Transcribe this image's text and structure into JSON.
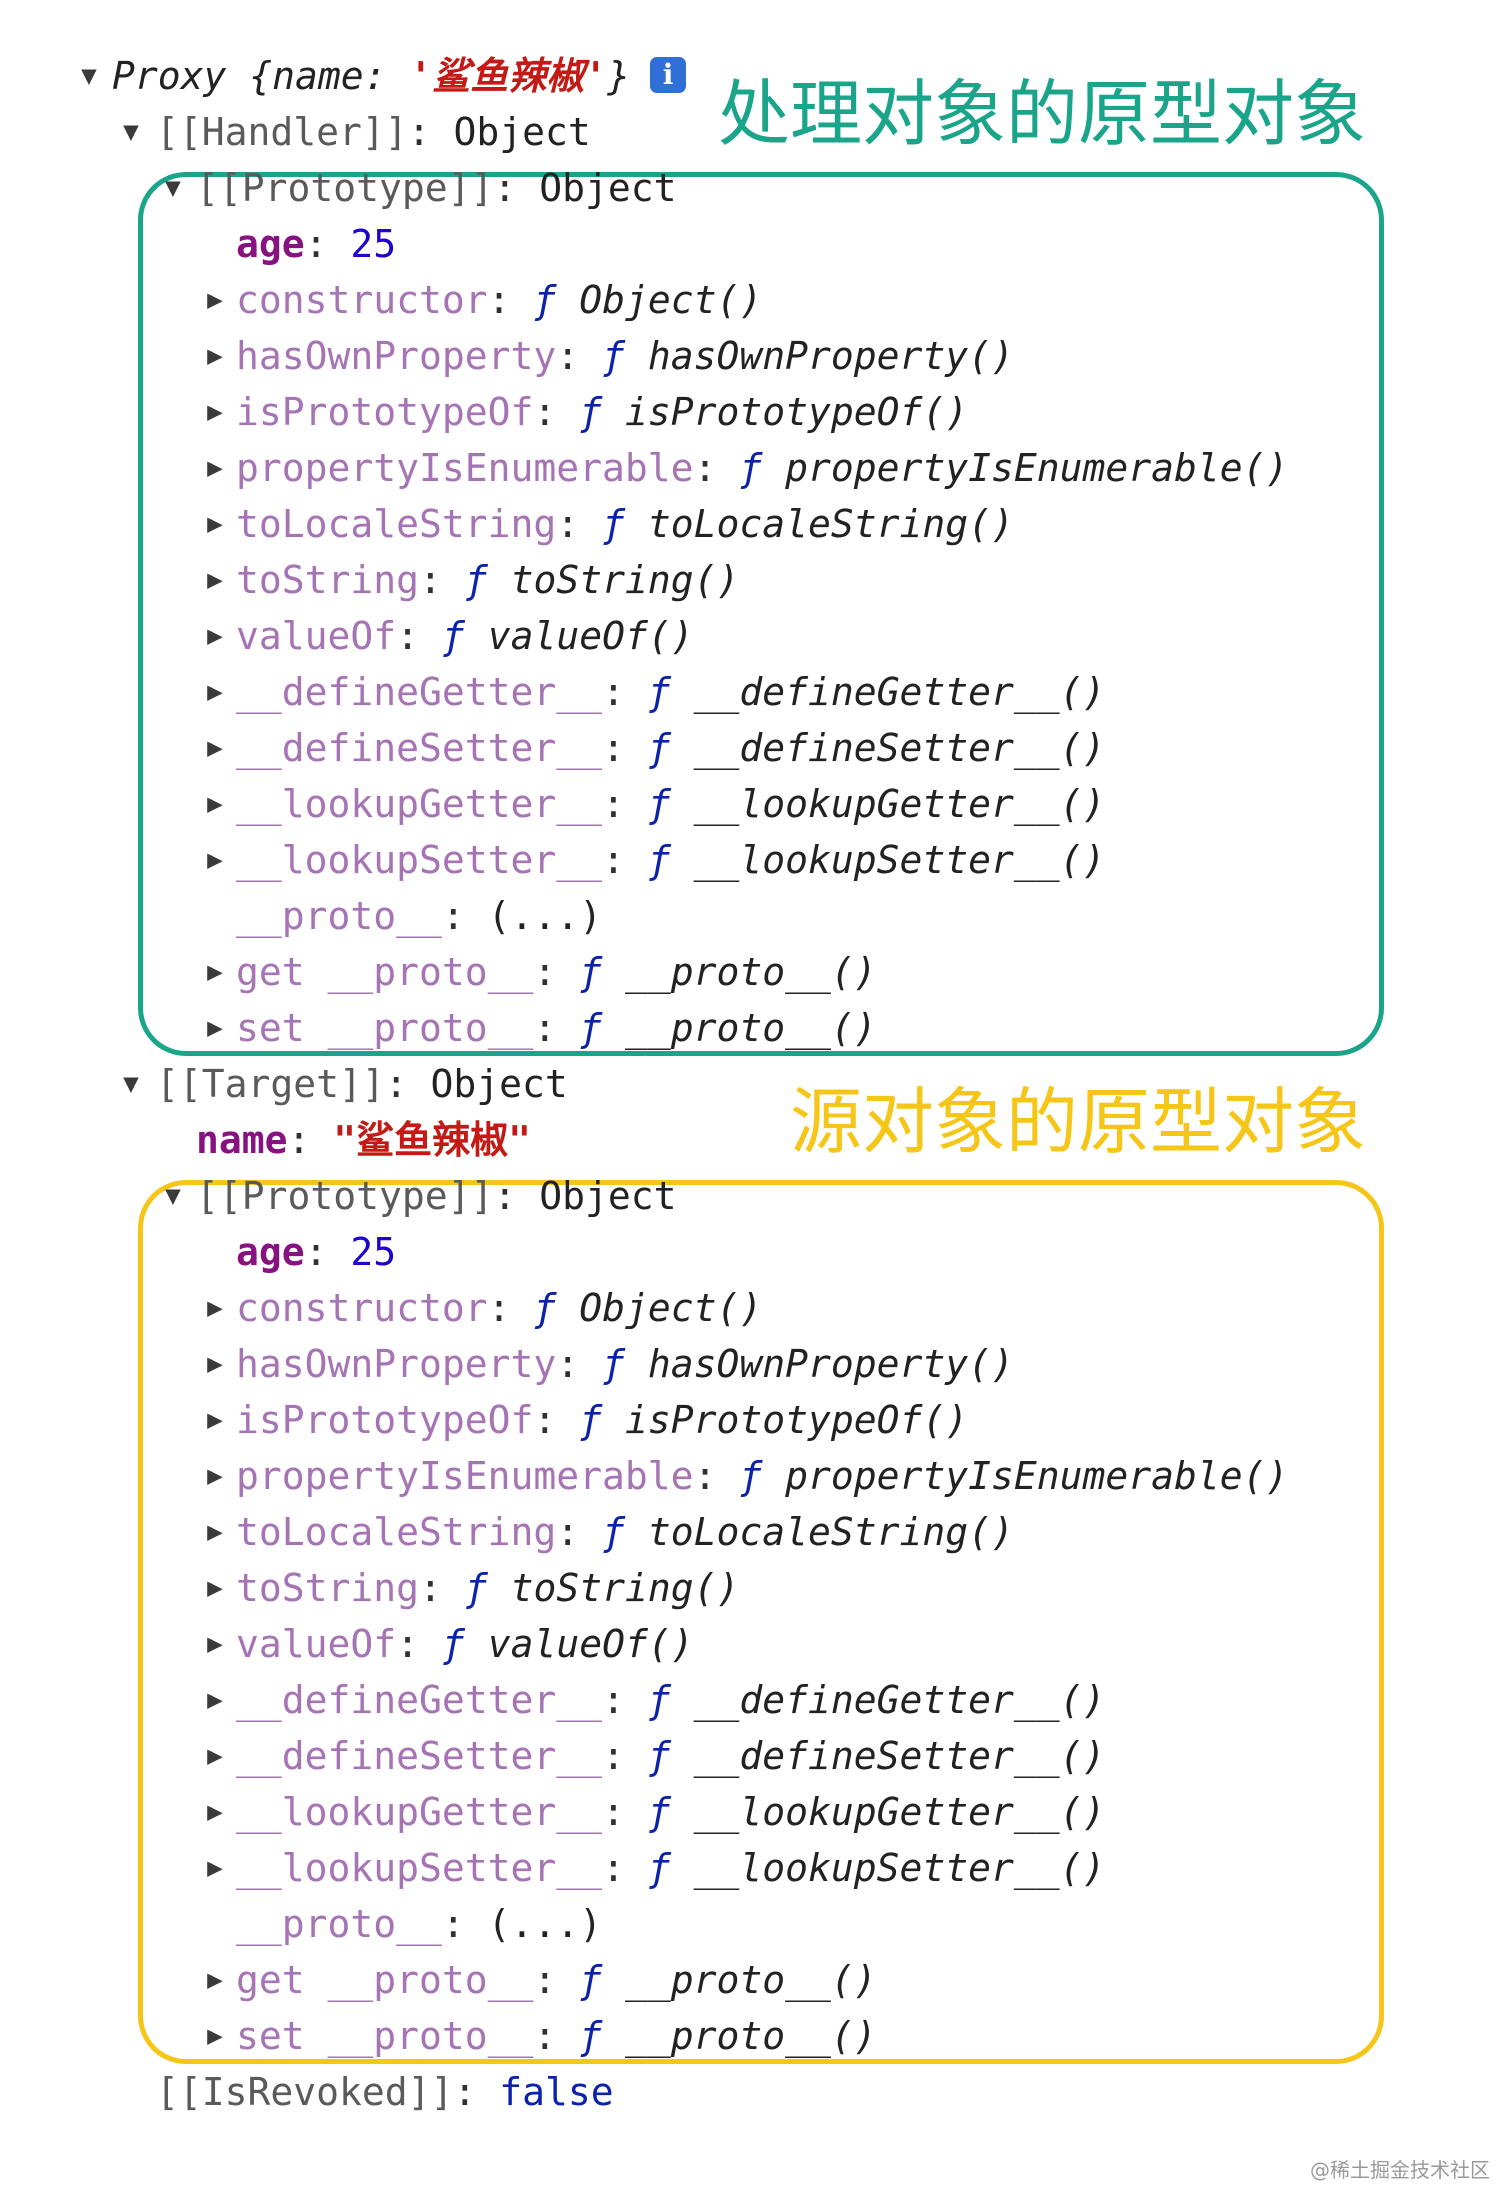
{
  "proxy_header": {
    "text_prefix": "Proxy {name: ",
    "name_value": "'鲨鱼辣椒'",
    "text_suffix": "}",
    "info_icon": "i"
  },
  "handler": {
    "header_key": "[[Handler]]",
    "header_value": "Object",
    "prototype_key": "[[Prototype]]",
    "prototype_value": "Object",
    "age_key": "age",
    "age_value": "25",
    "methods": [
      {
        "key": "constructor",
        "fn": "Object()"
      },
      {
        "key": "hasOwnProperty",
        "fn": "hasOwnProperty()"
      },
      {
        "key": "isPrototypeOf",
        "fn": "isPrototypeOf()"
      },
      {
        "key": "propertyIsEnumerable",
        "fn": "propertyIsEnumerable()"
      },
      {
        "key": "toLocaleString",
        "fn": "toLocaleString()"
      },
      {
        "key": "toString",
        "fn": "toString()"
      },
      {
        "key": "valueOf",
        "fn": "valueOf()"
      },
      {
        "key": "__defineGetter__",
        "fn": "__defineGetter__()"
      },
      {
        "key": "__defineSetter__",
        "fn": "__defineSetter__()"
      },
      {
        "key": "__lookupGetter__",
        "fn": "__lookupGetter__()"
      },
      {
        "key": "__lookupSetter__",
        "fn": "__lookupSetter__()"
      }
    ],
    "proto_key": "__proto__",
    "proto_value": "(...)",
    "get_proto_key": "get __proto__",
    "get_proto_fn": "__proto__()",
    "set_proto_key": "set __proto__",
    "set_proto_fn": "__proto__()"
  },
  "target": {
    "header_key": "[[Target]]",
    "header_value": "Object",
    "name_key": "name",
    "name_value": "\"鲨鱼辣椒\"",
    "prototype_key": "[[Prototype]]",
    "prototype_value": "Object",
    "age_key": "age",
    "age_value": "25",
    "methods": [
      {
        "key": "constructor",
        "fn": "Object()"
      },
      {
        "key": "hasOwnProperty",
        "fn": "hasOwnProperty()"
      },
      {
        "key": "isPrototypeOf",
        "fn": "isPrototypeOf()"
      },
      {
        "key": "propertyIsEnumerable",
        "fn": "propertyIsEnumerable()"
      },
      {
        "key": "toLocaleString",
        "fn": "toLocaleString()"
      },
      {
        "key": "toString",
        "fn": "toString()"
      },
      {
        "key": "valueOf",
        "fn": "valueOf()"
      },
      {
        "key": "__defineGetter__",
        "fn": "__defineGetter__()"
      },
      {
        "key": "__defineSetter__",
        "fn": "__defineSetter__()"
      },
      {
        "key": "__lookupGetter__",
        "fn": "__lookupGetter__()"
      },
      {
        "key": "__lookupSetter__",
        "fn": "__lookupSetter__()"
      }
    ],
    "proto_key": "__proto__",
    "proto_value": "(...)",
    "get_proto_key": "get __proto__",
    "get_proto_fn": "__proto__()",
    "set_proto_key": "set __proto__",
    "set_proto_fn": "__proto__()"
  },
  "revoked": {
    "key": "[[IsRevoked]]",
    "value": "false"
  },
  "annotations": {
    "handler_label": "处理对象的原型对象",
    "target_label": "源对象的原型对象",
    "handler_color": "#1aa58b",
    "target_color": "#f5c518"
  },
  "watermark": "@稀土掘金技术社区",
  "fn_symbol": "ƒ"
}
